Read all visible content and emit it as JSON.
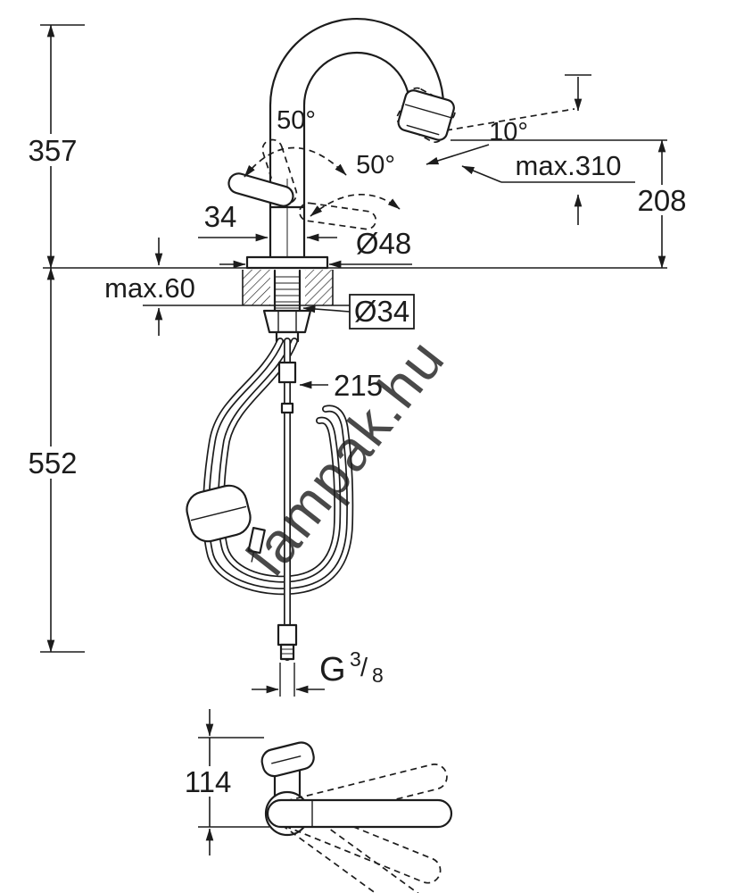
{
  "watermark_text": "lampak.hu",
  "labels": {
    "height_above": "357",
    "height_below": "552",
    "outlet_height": "208",
    "max_outlet_height": "max.310",
    "swivel_left": "50°",
    "swivel_right": "50°",
    "spray_tilt": "10°",
    "handle_width": "34",
    "base_dia": "Ø48",
    "deck_thickness": "max.60",
    "shank_dia": "Ø34",
    "hose_offset": "215",
    "thread_g": "G",
    "thread_num": "3",
    "thread_slash": "/",
    "thread_den": "8",
    "top_view_depth": "114"
  },
  "colors": {
    "line": "#1c1c1c",
    "watermark": "#c7c7c7",
    "background": "#ffffff"
  }
}
